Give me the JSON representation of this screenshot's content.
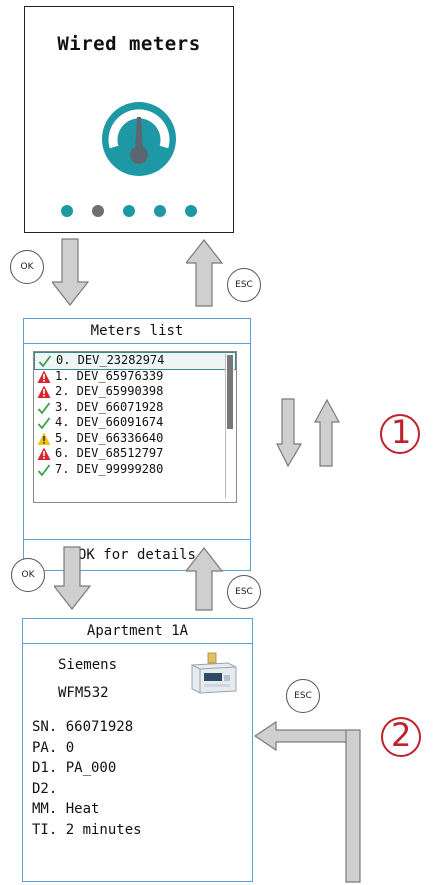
{
  "screen_main": {
    "title": "Wired meters",
    "dots": [
      "inactive",
      "active",
      "inactive",
      "inactive",
      "inactive"
    ],
    "icon": "gauge-icon",
    "accent_color": "#1e98a4"
  },
  "meters_list": {
    "title": "Meters list",
    "selected_index": 0,
    "items": [
      {
        "text": "0. DEV_23282974",
        "status": "ok"
      },
      {
        "text": "1. DEV_65976339",
        "status": "error"
      },
      {
        "text": "2. DEV_65990398",
        "status": "error"
      },
      {
        "text": "3. DEV_66071928",
        "status": "ok"
      },
      {
        "text": "4. DEV_66091674",
        "status": "ok"
      },
      {
        "text": "5. DEV_66336640",
        "status": "warning"
      },
      {
        "text": "6. DEV_68512797",
        "status": "error"
      },
      {
        "text": "7. DEV_99999280",
        "status": "ok"
      }
    ],
    "footer": "OK for details"
  },
  "details": {
    "title": "Apartment 1A",
    "manufacturer": "Siemens",
    "model": "WFM532",
    "lines": [
      "SN. 66071928",
      "PA. 0",
      "D1. PA_000",
      "D2.",
      "MM. Heat",
      "TI. 2 minutes"
    ],
    "image": "water-meter-icon"
  },
  "buttons": {
    "ok_1": "OK",
    "esc_1": "ESC",
    "ok_2": "OK",
    "esc_2": "ESC",
    "esc_3": "ESC"
  },
  "annotations": {
    "n1": "1",
    "n2": "2",
    "color": "#c0212b"
  },
  "colors": {
    "ok": "#3aa04a",
    "error": "#d8262c",
    "warning": "#f2c418",
    "arrow_fill": "#cfcfcf",
    "arrow_stroke": "#7a7a7a"
  }
}
